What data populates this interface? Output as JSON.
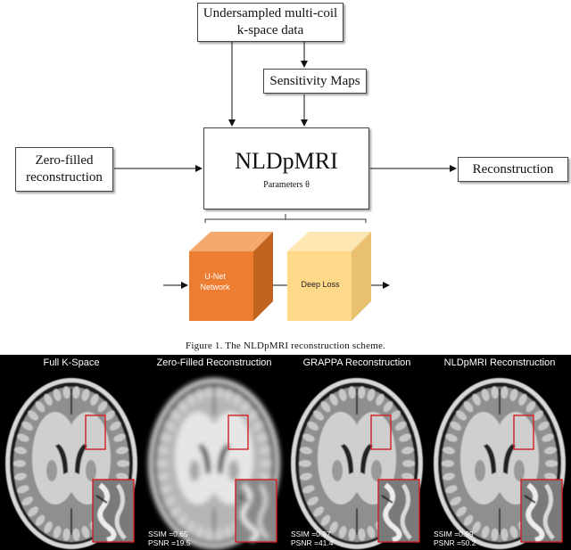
{
  "diagram": {
    "input_box": "Undersampled multi-coil k-space data",
    "input_box_line1": "Undersampled multi-coil",
    "input_box_line2": "k-space data",
    "sensitivity_box": "Sensitivity Maps",
    "zero_filled_box_line1": "Zero-filled",
    "zero_filled_box_line2": "reconstruction",
    "main_box_title": "NLDpMRI",
    "main_box_params": "Parameters θ",
    "output_box": "Reconstruction",
    "cube1_line1": "U-Net",
    "cube1_line2": "Network",
    "cube2": "Deep Loss",
    "colors": {
      "cube1_front": "#ed7d31",
      "cube1_top": "#f4a96e",
      "cube1_side": "#c0631f",
      "cube2_front": "#ffd98a",
      "cube2_top": "#ffe7b3",
      "cube2_side": "#e8c070"
    }
  },
  "caption": "Figure 1.   The NLDpMRI reconstruction scheme.",
  "panels": [
    {
      "title": "Full K-Space",
      "ssim": "",
      "psnr": "",
      "style": "sharp"
    },
    {
      "title": "Zero-Filled Reconstruction",
      "ssim": "SSIM =0.65",
      "psnr": "PSNR =19.5",
      "style": "blurry"
    },
    {
      "title": "GRAPPA Reconstruction",
      "ssim": "SSIM =0.97",
      "psnr": "PSNR =41.4",
      "style": "sharp"
    },
    {
      "title": "NLDpMRI Reconstruction",
      "ssim": "SSIM =0.99",
      "psnr": "PSNR =50.2",
      "style": "sharp"
    }
  ]
}
